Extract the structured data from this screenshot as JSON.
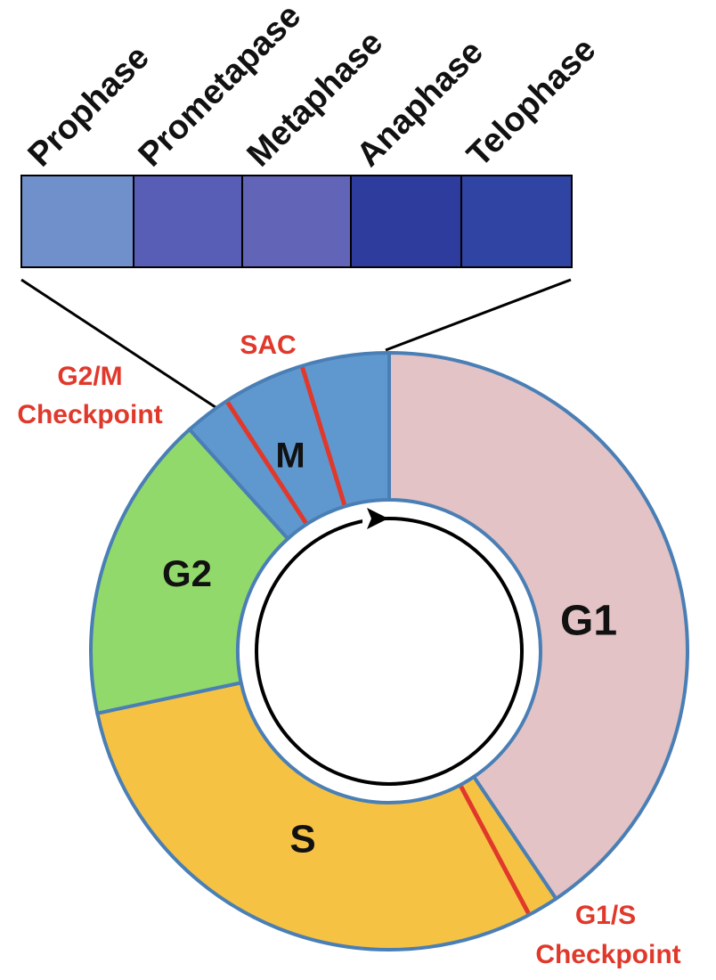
{
  "colors": {
    "outline": "#4a7fb5",
    "checkpoint": "#e0392b",
    "text": "#111111",
    "g1": "#e3c3c5",
    "s": "#f6c244",
    "g2": "#92d96c",
    "m": "#5f98cf"
  },
  "mitosis_phases": [
    {
      "label": "Prophase",
      "color": "#7090cc"
    },
    {
      "label": "Prometapase",
      "color": "#585db5"
    },
    {
      "label": "Metaphase",
      "color": "#6264b8"
    },
    {
      "label": "Anaphase",
      "color": "#2d3c9d"
    },
    {
      "label": "Telophase",
      "color": "#2f44a3"
    }
  ],
  "cell_cycle": {
    "direction": "clockwise",
    "phases": [
      {
        "label": "G1",
        "start_deg": 0,
        "end_deg": 146,
        "color": "#e3c3c5"
      },
      {
        "label": "S",
        "start_deg": 146,
        "end_deg": 258,
        "color": "#f6c244"
      },
      {
        "label": "G2",
        "start_deg": 258,
        "end_deg": 318,
        "color": "#92d96c"
      },
      {
        "label": "M",
        "start_deg": 318,
        "end_deg": 360,
        "color": "#5f98cf"
      }
    ],
    "checkpoints": [
      {
        "label_lines": [
          "G1/S",
          "Checkpoint"
        ],
        "angle_deg": 152
      },
      {
        "label_lines": [
          "G2/M",
          "Checkpoint"
        ],
        "angle_deg": 327
      },
      {
        "label_lines": [
          "SAC"
        ],
        "angle_deg": 343
      }
    ]
  }
}
